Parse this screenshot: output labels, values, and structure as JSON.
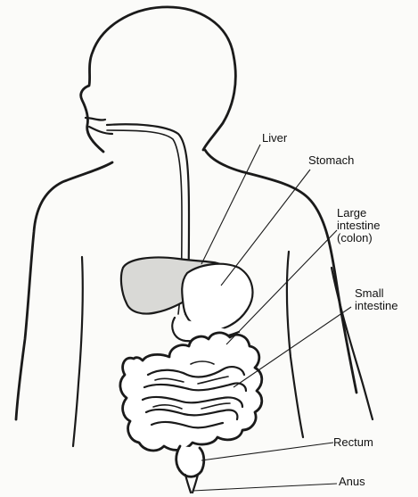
{
  "labels": {
    "liver": "Liver",
    "stomach": "Stomach",
    "large_intestine": "Large\nintestine\n(colon)",
    "small_intestine": "Small\nintestine",
    "rectum": "Rectum",
    "anus": "Anus"
  },
  "colors": {
    "ink": "#1a1a1a",
    "paper": "#fbfbf9",
    "shade": "#d9d9d6"
  }
}
